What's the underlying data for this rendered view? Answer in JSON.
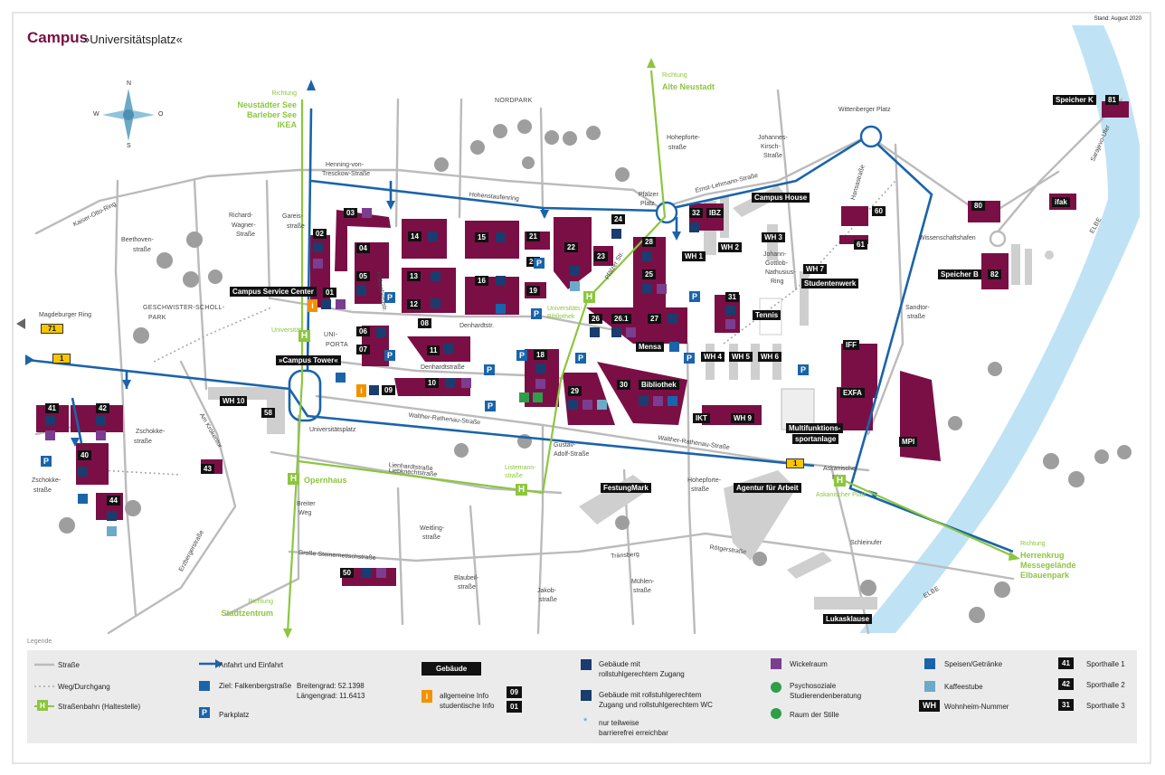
{
  "title": "Campus",
  "subtitle": "»Universitätsplatz«",
  "stand": "Stand: August 2020",
  "compass": {
    "n": "N",
    "s": "S",
    "w": "W",
    "o": "O"
  },
  "colors": {
    "building": "#7a0f45",
    "route": "#1a64aa",
    "tram": "#8cc63f",
    "street": "#bbbbbb",
    "water": "#bfe3f5",
    "black": "#111111"
  },
  "directions": {
    "neustaedter": [
      "Richtung",
      "Neustädter See",
      "Barleber See",
      "IKEA"
    ],
    "altneustadt": [
      "Richtung",
      "Alte Neustadt"
    ],
    "stadtzentrum": [
      "Richtung",
      "Stadtzentrum"
    ],
    "herrenkrug": [
      "Richtung",
      "Herrenkrug",
      "Messegelände",
      "Elbauenpark"
    ]
  },
  "streets": [
    {
      "text": "Kaiser-Otto-Ring"
    },
    {
      "text": "Beethoven-"
    },
    {
      "text": "straße"
    },
    {
      "text": "Richard-"
    },
    {
      "text": "Wagner-"
    },
    {
      "text": "Straße"
    },
    {
      "text": "Gareis-"
    },
    {
      "text": "straße"
    },
    {
      "text": "Henning-von-"
    },
    {
      "text": "Tresckow-Straße"
    },
    {
      "text": "Hohenstaufenring"
    },
    {
      "text": "NORDPARK"
    },
    {
      "text": "Hohepforte-"
    },
    {
      "text": "straße"
    },
    {
      "text": "Johannes-"
    },
    {
      "text": "Kirsch-"
    },
    {
      "text": "Straße"
    },
    {
      "text": "Ernst-Lehmann-Straße"
    },
    {
      "text": "Wittenberger Platz"
    },
    {
      "text": "Hansastraße"
    },
    {
      "text": "Wissenschaftshafen"
    },
    {
      "text": "Sandtor-"
    },
    {
      "text": "straße"
    },
    {
      "text": "Sarajevo-Ufer"
    },
    {
      "text": "Pfälzer"
    },
    {
      "text": "Platz"
    },
    {
      "text": "Johann-"
    },
    {
      "text": "Gottlob-"
    },
    {
      "text": "Nathusius-"
    },
    {
      "text": "Ring"
    },
    {
      "text": "GESCHWISTER-SCHOLL-"
    },
    {
      "text": "PARK"
    },
    {
      "text": "Magdeburger Ring"
    },
    {
      "text": "UNI-"
    },
    {
      "text": "PORTA"
    },
    {
      "text": "Denhardtstr."
    },
    {
      "text": "Denhardtstraße"
    },
    {
      "text": "Walther-Rathenau-Straße"
    },
    {
      "text": "Walther-Rathenau-Straße"
    },
    {
      "text": "Universitätsplatz"
    },
    {
      "text": "Zschokke-"
    },
    {
      "text": "straße"
    },
    {
      "text": "Zschokke-"
    },
    {
      "text": "straße"
    },
    {
      "text": "Am Krökentor"
    },
    {
      "text": "Liebknechtstraße"
    },
    {
      "text": "Lienhardtstraße"
    },
    {
      "text": "Breiter"
    },
    {
      "text": "Weg"
    },
    {
      "text": "Gustav-"
    },
    {
      "text": "Adolf-Straße"
    },
    {
      "text": "Weitling-"
    },
    {
      "text": "straße"
    },
    {
      "text": "Erzbergerstraße"
    },
    {
      "text": "Große Steinernetischstraße"
    },
    {
      "text": "Blaubeil-"
    },
    {
      "text": "straße"
    },
    {
      "text": "Jakob-"
    },
    {
      "text": "straße"
    },
    {
      "text": "Tränsberg"
    },
    {
      "text": "Mühlen-"
    },
    {
      "text": "straße"
    },
    {
      "text": "Hohepforte-"
    },
    {
      "text": "straße"
    },
    {
      "text": "Rötgerstraße"
    },
    {
      "text": "Schleinufer"
    },
    {
      "text": "Askanischer"
    },
    {
      "text": "Platz"
    },
    {
      "text": "ELBE"
    },
    {
      "text": "ELBE"
    },
    {
      "text": "Pfälzer Str."
    },
    {
      "text": "Falkenbergstr."
    }
  ],
  "tram_stops": [
    {
      "label": "Universität"
    },
    {
      "label": "Universitäts-Bibliothek"
    },
    {
      "label": "Opernhaus"
    },
    {
      "label": "Listemann-straße"
    },
    {
      "label": "Askanischer Platz"
    }
  ],
  "buildings": [
    {
      "label": "02"
    },
    {
      "label": "03"
    },
    {
      "label": "04"
    },
    {
      "label": "05"
    },
    {
      "label": "01"
    },
    {
      "label": "06"
    },
    {
      "label": "07"
    },
    {
      "label": "08"
    },
    {
      "label": "09"
    },
    {
      "label": "10"
    },
    {
      "label": "11"
    },
    {
      "label": "12"
    },
    {
      "label": "13"
    },
    {
      "label": "14"
    },
    {
      "label": "15"
    },
    {
      "label": "16"
    },
    {
      "label": "18"
    },
    {
      "label": "19"
    },
    {
      "label": "20"
    },
    {
      "label": "21"
    },
    {
      "label": "22"
    },
    {
      "label": "23"
    },
    {
      "label": "24"
    },
    {
      "label": "25"
    },
    {
      "label": "26"
    },
    {
      "label": "26.1"
    },
    {
      "label": "27"
    },
    {
      "label": "28"
    },
    {
      "label": "29"
    },
    {
      "label": "30"
    },
    {
      "label": "31"
    },
    {
      "label": "32"
    },
    {
      "label": "40"
    },
    {
      "label": "41"
    },
    {
      "label": "42"
    },
    {
      "label": "43"
    },
    {
      "label": "44"
    },
    {
      "label": "50"
    },
    {
      "label": "58"
    },
    {
      "label": "60"
    },
    {
      "label": "61"
    },
    {
      "label": "80"
    },
    {
      "label": "81"
    },
    {
      "label": "82"
    }
  ],
  "named_places": [
    {
      "label": "Campus Service Center"
    },
    {
      "label": "»Campus Tower«"
    },
    {
      "label": "WH 10"
    },
    {
      "label": "Mensa"
    },
    {
      "label": "Bibliothek"
    },
    {
      "label": "IBZ"
    },
    {
      "label": "WH 1"
    },
    {
      "label": "WH 2"
    },
    {
      "label": "WH 3"
    },
    {
      "label": "Campus House"
    },
    {
      "label": "WH 7"
    },
    {
      "label": "Studentenwerk"
    },
    {
      "label": "Tennis"
    },
    {
      "label": "WH 4"
    },
    {
      "label": "WH 5"
    },
    {
      "label": "WH 6"
    },
    {
      "label": "IKT"
    },
    {
      "label": "WH 9"
    },
    {
      "label": "IFF"
    },
    {
      "label": "EXFA"
    },
    {
      "label": "Multifunktions-"
    },
    {
      "label": "sportanlage"
    },
    {
      "label": "MPI"
    },
    {
      "label": "Speicher K"
    },
    {
      "label": "Speicher B"
    },
    {
      "label": "ifak"
    },
    {
      "label": "FestungMark"
    },
    {
      "label": "Agentur für Arbeit"
    },
    {
      "label": "Lukasklause"
    }
  ],
  "route_badges": [
    {
      "label": "1"
    },
    {
      "label": "1"
    },
    {
      "label": "71"
    }
  ],
  "legend": {
    "heading": "Legende",
    "strasse": "Straße",
    "weg": "Weg/Durchgang",
    "strassenbahn": "Straßenbahn (Haltestelle)",
    "anfahrt": "Anfahrt und Einfahrt",
    "ziel": "Ziel: Falkenbergstraße",
    "breitengrad": "Breitengrad: 52.1398",
    "laengengrad": "Längengrad: 11.6413",
    "parkplatz": "Parkplatz",
    "gebaeude": "Gebäude",
    "info_allg": "allgemeine Info",
    "info_stud": "studentische Info",
    "info_allg_num": "09",
    "info_stud_num": "01",
    "rolli1": "Gebäude mit",
    "rolli2": "rollstuhlgerechtem Zugang",
    "rolliwc1": "Gebäude mit rollstuhlgerechtem",
    "rolliwc2": "Zugang und rollstuhlgerechtem WC",
    "teil1": "nur teilweise",
    "teil2": "barrierefrei erreichbar",
    "wickel": "Wickelraum",
    "psych1": "Psychosoziale",
    "psych2": "Studierendenberatung",
    "stille": "Raum der Stille",
    "speisen": "Speisen/Getränke",
    "kaffee": "Kaffeestube",
    "wh": "WH",
    "wohnheim": "Wohnheim-Nummer",
    "sh1_num": "41",
    "sh1": "Sporthalle 1",
    "sh2_num": "42",
    "sh2": "Sporthalle 2",
    "sh3_num": "31",
    "sh3": "Sporthalle 3",
    "h": "H",
    "p": "P",
    "i": "i"
  }
}
